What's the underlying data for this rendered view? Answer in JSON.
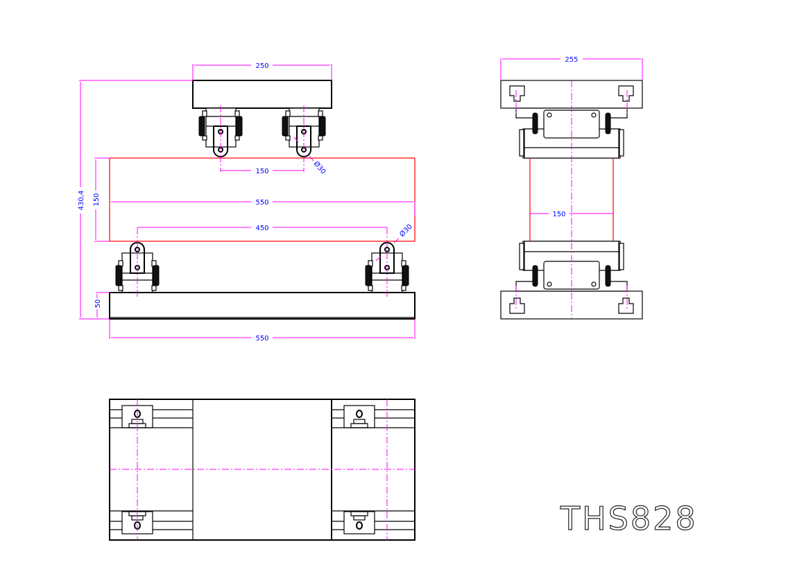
{
  "drawing": {
    "title": "THS828",
    "front_view": {
      "dim_top_plate_width": "250",
      "dim_overall_height": "430,4",
      "dim_specimen_height": "150",
      "dim_base_height": "50",
      "dim_specimen_length": "550",
      "dim_lower_span": "450",
      "dim_upper_span": "150",
      "dim_upper_roller_dia": "Ø30",
      "dim_lower_roller_dia": "Ø30",
      "dim_base_length": "550"
    },
    "side_view": {
      "dim_block_width": "255",
      "dim_specimen_width": "150"
    },
    "colors": {
      "outline": "#000000",
      "specimen": "#ff0000",
      "dimension": "#ff00ff",
      "dimension_text": "#0000ff"
    }
  }
}
